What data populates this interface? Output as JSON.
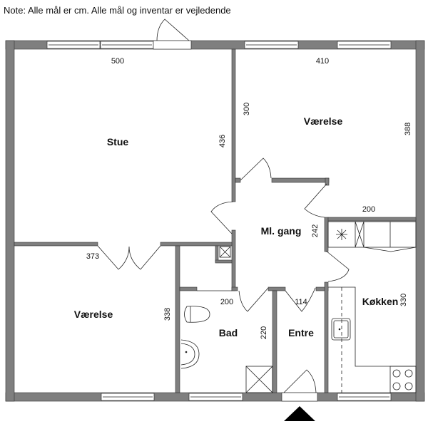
{
  "note": "Note: Alle mål er cm. Alle mål og inventar er vejledende",
  "rooms": {
    "stue": {
      "name": "Stue",
      "width": "500",
      "depth": "436"
    },
    "vaerelse_top": {
      "name": "Værelse",
      "width": "410",
      "depth": "388",
      "wall": "300"
    },
    "gang": {
      "name": "Ml. gang",
      "depth": "242",
      "width": "200"
    },
    "vaerelse_bottom": {
      "name": "Værelse",
      "width": "373",
      "depth": "338"
    },
    "bad": {
      "name": "Bad",
      "width": "200",
      "depth": "220"
    },
    "entre": {
      "name": "Entre",
      "width": "114"
    },
    "kokken": {
      "name": "Køkken",
      "depth": "330"
    }
  },
  "colors": {
    "wall": "#7f7f7f",
    "line": "#222222"
  }
}
